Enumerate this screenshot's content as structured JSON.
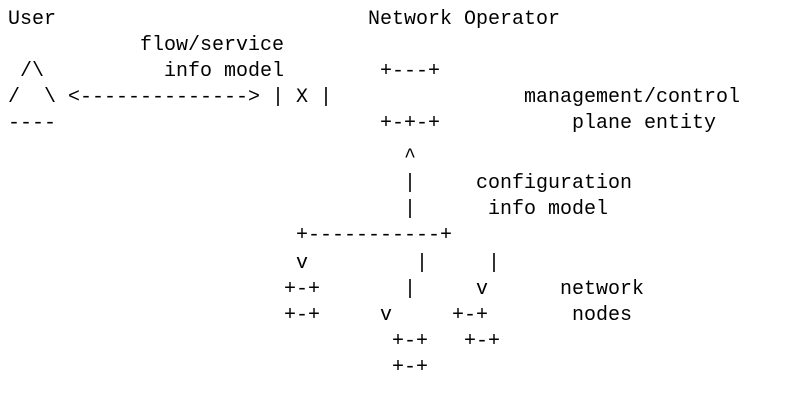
{
  "labels": {
    "user": "User",
    "network_operator": "Network Operator",
    "flow_info_model_1": "flow/service",
    "flow_info_model_2": "info model",
    "mgmt_control_1": "management/control",
    "mgmt_control_2": "plane entity",
    "config_info_model_1": "configuration",
    "config_info_model_2": "info model",
    "network_nodes_1": "network",
    "network_nodes_2": "nodes"
  },
  "art": {
    "row_02": " /\\",
    "row_03": "/  \\ <--------------> | X |",
    "row_04": "----",
    "row_03_box_top": "+---+",
    "row_04_box_bottom": "+-+-+",
    "row_05": "^",
    "row_06": "|",
    "row_07": "|",
    "row_08": "+-----------+",
    "row_09": "v         |     |",
    "row_10a": "+-+       |     v",
    "row_11": "+-+     v     +-+",
    "row_12": "+-+   +-+",
    "row_13": "+-+"
  }
}
